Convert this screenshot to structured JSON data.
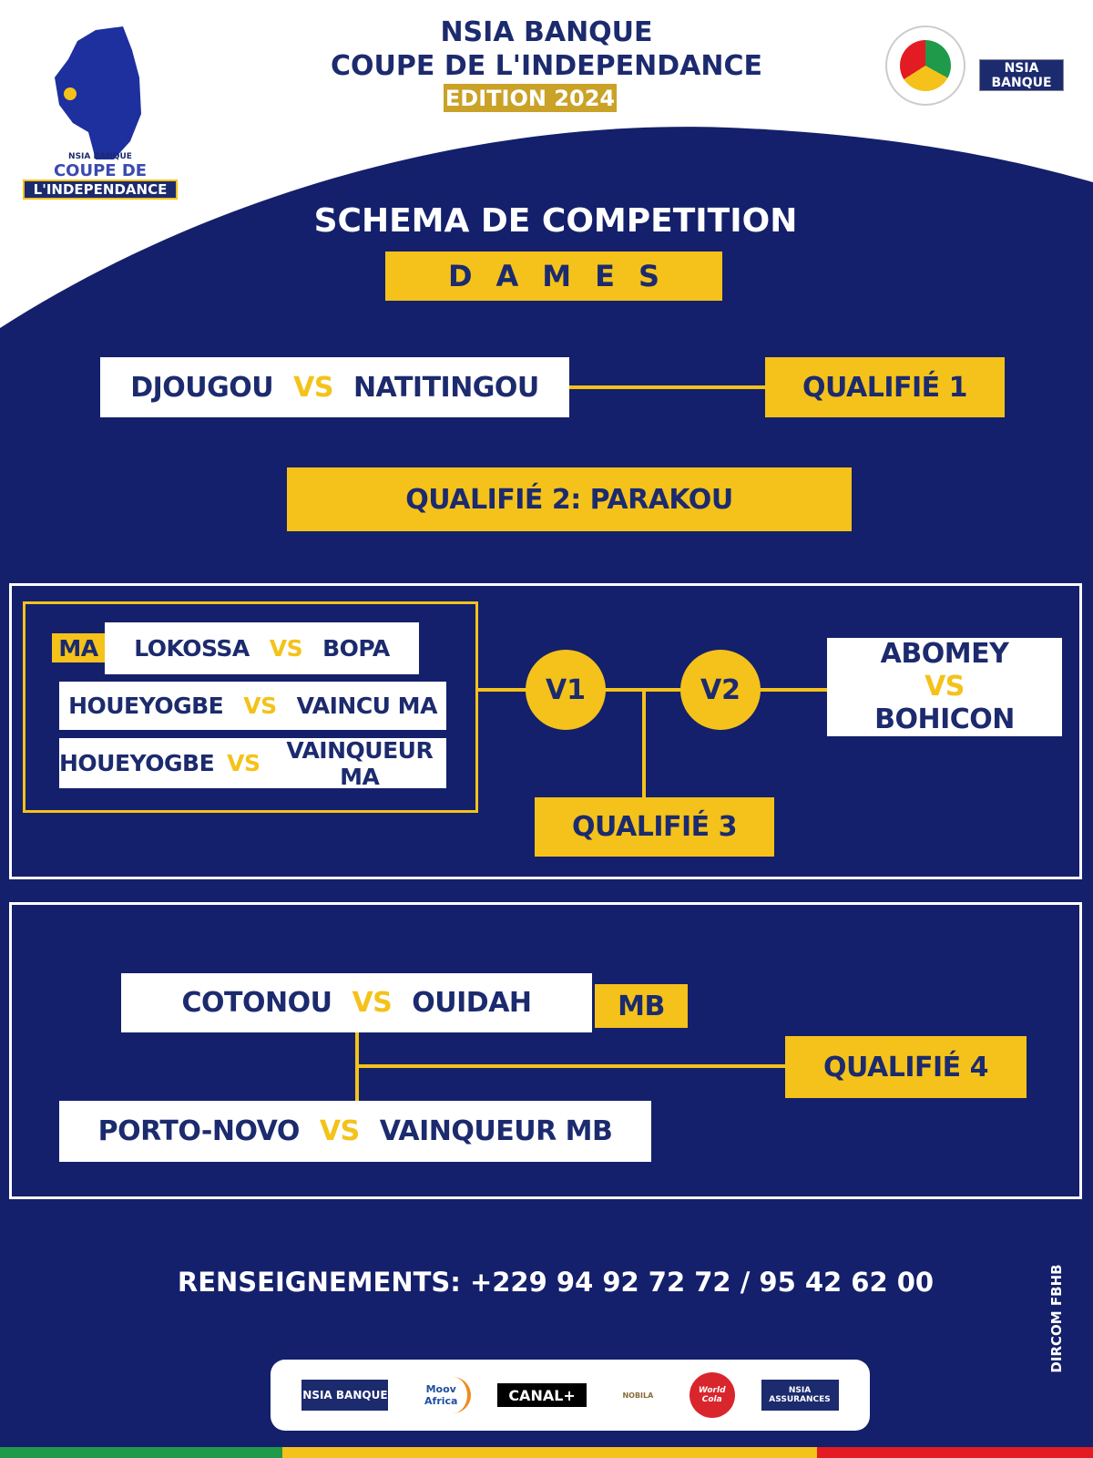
{
  "header": {
    "line1": "NSIA BANQUE",
    "line2": "COUPE DE L'INDEPENDANCE",
    "edition": "EDITION 2024",
    "left_logo": {
      "top": "NSIA BANQUE",
      "mid": "COUPE DE",
      "bottom": "L'INDEPENDANCE"
    },
    "right_logos": [
      "FBHB",
      "NSIA BANQUE"
    ]
  },
  "title": "SCHEMA DE COMPETITION",
  "category": "DAMES",
  "vs": "VS",
  "group1": {
    "home": "DJOUGOU",
    "away": "NATITINGOU",
    "result": "QUALIFIÉ 1"
  },
  "group2": {
    "result": "QUALIFIÉ 2: PARAKOU"
  },
  "group3": {
    "ma_label": "MA",
    "matches": [
      {
        "home": "LOKOSSA",
        "away": "BOPA"
      },
      {
        "home": "HOUEYOGBE",
        "away": "VAINCU MA"
      },
      {
        "home": "HOUEYOGBE",
        "away": "VAINQUEUR MA"
      }
    ],
    "v1": "V1",
    "v2": "V2",
    "other": {
      "home": "ABOMEY",
      "away": "BOHICON"
    },
    "result": "QUALIFIÉ 3"
  },
  "group4": {
    "mb_label": "MB",
    "match1": {
      "home": "COTONOU",
      "away": "OUIDAH"
    },
    "match2": {
      "home": "PORTO-NOVO",
      "away": "VAINQUEUR MB"
    },
    "result": "QUALIFIÉ 4"
  },
  "contact": "RENSEIGNEMENTS: +229 94 92 72 72 / 95 42 62 00",
  "credit": "DIRCOM FBHB",
  "sponsors": [
    "NSIA BANQUE",
    "Moov Africa",
    "CANAL+",
    "NOBILA",
    "World Cola",
    "NSIA ASSURANCES"
  ],
  "colors": {
    "navy": "#14206b",
    "gold": "#f4c21a",
    "text": "#1c2a6e"
  }
}
